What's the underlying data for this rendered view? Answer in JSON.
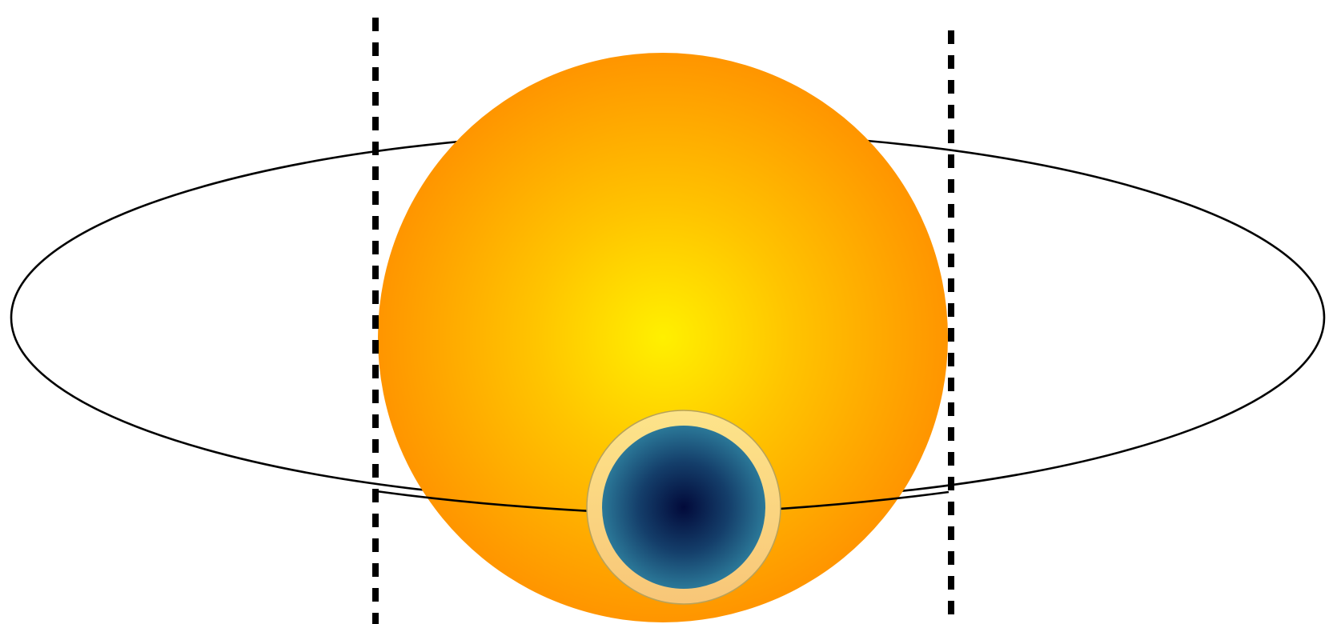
{
  "diagram": {
    "kind": "planetary-transit-illustration",
    "elements": {
      "star": "star",
      "planet": "planet",
      "planet_atmosphere": "atmosphere",
      "orbit": "orbit",
      "transit_boundaries": [
        "transit-boundary-left",
        "transit-boundary-right"
      ]
    }
  },
  "colors": {
    "background": "#ffffff",
    "star_core": "#fff000",
    "star_mid": "#ffc400",
    "star_edge": "#ff9500",
    "planet_core": "#020a3a",
    "planet_mid": "#143e6a",
    "planet_edge": "#2b7898",
    "atmosphere_top": "#fde48a",
    "atmosphere_bottom": "#f8c678",
    "atmosphere_stroke": "#b8a25a",
    "orbit_stroke": "#000000",
    "boundary_stroke": "#000000"
  }
}
